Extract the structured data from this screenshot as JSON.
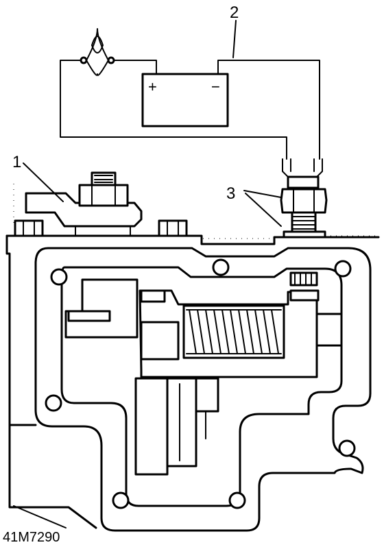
{
  "diagram": {
    "callouts": [
      "1",
      "2",
      "3"
    ],
    "battery": {
      "plus_symbol": "+",
      "minus_symbol": "−"
    },
    "reference_code": "41M7290"
  },
  "colors": {
    "ink": "#000000",
    "paper": "#ffffff"
  }
}
